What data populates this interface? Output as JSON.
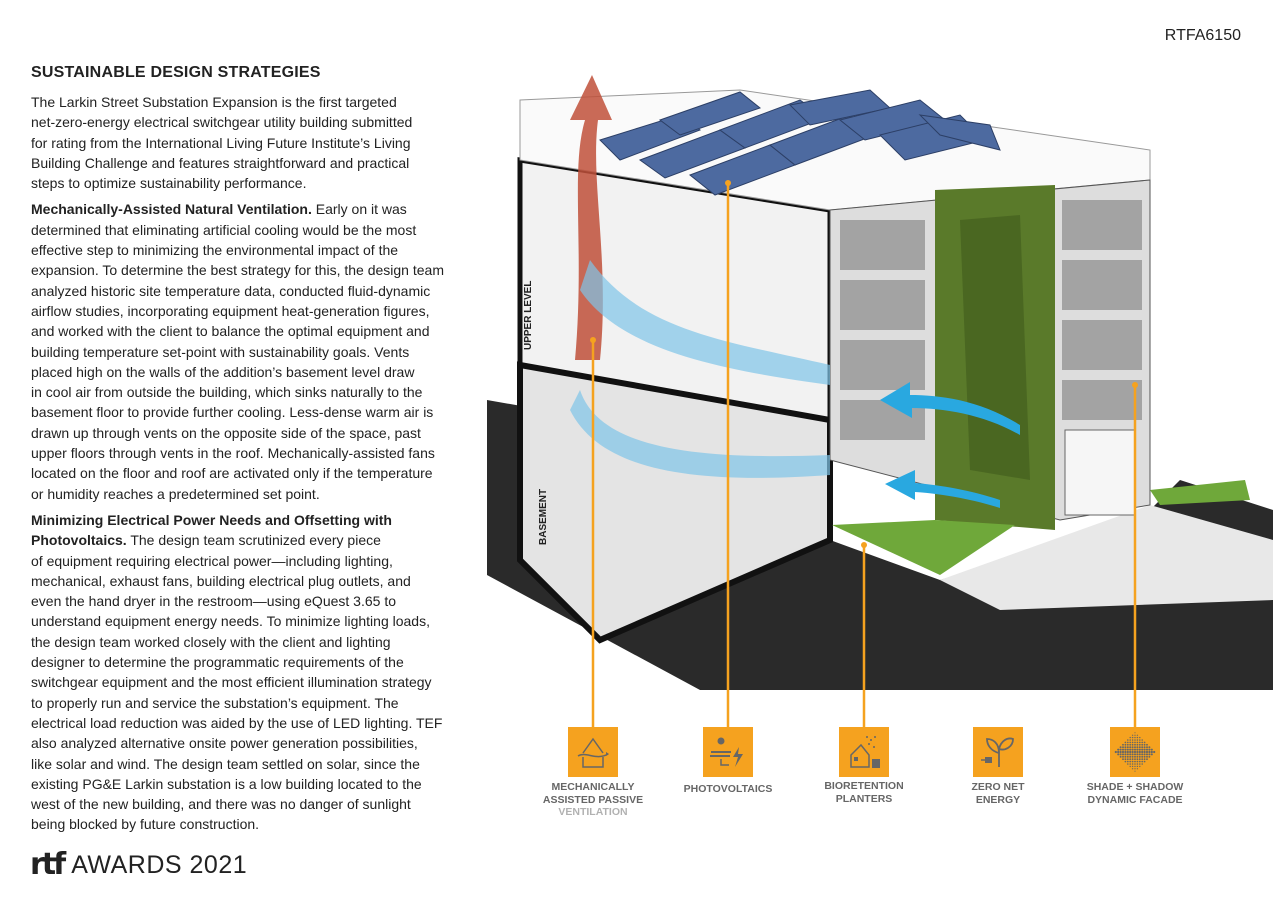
{
  "code": "RTFA6150",
  "title": "SUSTAINABLE DESIGN STRATEGIES",
  "paragraphs": [
    {
      "lines": [
        {
          "t": "The Larkin Street Substation Expansion is the first targeted"
        },
        {
          "t": "net-zero-energy electrical switchgear utility building submitted"
        },
        {
          "t": "for rating from the International Living Future Institute’s Living"
        },
        {
          "t": "Building Challenge and features straightforward and practical"
        },
        {
          "t": "steps to optimize sustainability performance."
        }
      ]
    },
    {
      "lines": [
        {
          "b": "Mechanically-Assisted Natural Ventilation.",
          "t": " Early on it was"
        },
        {
          "t": "determined that eliminating artificial cooling would be the most"
        },
        {
          "t": "effective step to minimizing the environmental impact of the"
        },
        {
          "t": "expansion. To determine the best strategy for this, the design team"
        },
        {
          "t": "analyzed historic site temperature data, conducted fluid-dynamic"
        },
        {
          "t": "airflow studies, incorporating equipment heat-generation figures,"
        },
        {
          "t": "and worked with the client to balance the optimal equipment and"
        },
        {
          "t": "building temperature set-point with sustainability goals. Vents"
        },
        {
          "t": "placed high on the walls of the addition’s basement level draw"
        },
        {
          "t": "in cool air from outside the building, which sinks naturally to the"
        },
        {
          "t": "basement floor to provide further cooling. Less-dense warm air is"
        },
        {
          "t": "drawn up through vents on the opposite side of the space, past"
        },
        {
          "t": "upper floors through vents in the roof. Mechanically-assisted fans"
        },
        {
          "t": "located on the floor and roof are activated only if the temperature"
        },
        {
          "t": "or humidity reaches a predetermined set point."
        }
      ]
    },
    {
      "lines": [
        {
          "b": "Minimizing Electrical Power Needs and Offsetting with"
        },
        {
          "b": "Photovoltaics.",
          "t": " The design team scrutinized every piece"
        },
        {
          "t": "of equipment requiring electrical power—including lighting,"
        },
        {
          "t": "mechanical, exhaust fans, building electrical plug outlets, and"
        },
        {
          "t": "even the hand dryer in the restroom—using eQuest 3.65 to"
        },
        {
          "t": "understand equipment energy needs. To minimize lighting loads,"
        },
        {
          "t": "the design team worked closely with the client and lighting"
        },
        {
          "t": "designer to determine the programmatic requirements of the"
        },
        {
          "t": "switchgear equipment and the most efficient illumination strategy"
        },
        {
          "t": "to properly run and service the substation’s equipment. The"
        },
        {
          "t": "electrical load reduction was aided by the use of LED lighting. TEF"
        },
        {
          "t": "also analyzed alternative onsite power generation possibilities,"
        },
        {
          "t": "like solar and wind. The design team settled on solar, since the"
        },
        {
          "t": "existing PG&E Larkin substation is a low building located to the"
        },
        {
          "t": "west of the new building, and there was no danger of sunlight"
        },
        {
          "t": "being blocked by future construction."
        }
      ]
    }
  ],
  "diagram": {
    "upper_level": "UPPER LEVEL",
    "basement": "BASEMENT"
  },
  "icons": [
    {
      "name": "ventilation",
      "label1": "MECHANICALLY",
      "label2": "ASSISTED PASSIVE",
      "label3": "VENTILATION"
    },
    {
      "name": "photovoltaics",
      "label1": "PHOTOVOLTAICS"
    },
    {
      "name": "bioretention",
      "label1": "BIORETENTION",
      "label2": "PLANTERS"
    },
    {
      "name": "zero-net-energy",
      "label1": "ZERO NET",
      "label2": "ENERGY"
    },
    {
      "name": "shade-shadow",
      "label1": "SHADE + SHADOW",
      "label2": "DYNAMIC FACADE"
    }
  ],
  "logo": {
    "mark": "rtf",
    "text": "AWARDS 2021"
  },
  "colors": {
    "accent": "#f5a21f",
    "icon_glyph": "#666666",
    "warm_air": "#c0503a",
    "cool_air": "#29a8e0",
    "green_wall": "#5a7a2a",
    "panel": "#4d6aa0"
  }
}
